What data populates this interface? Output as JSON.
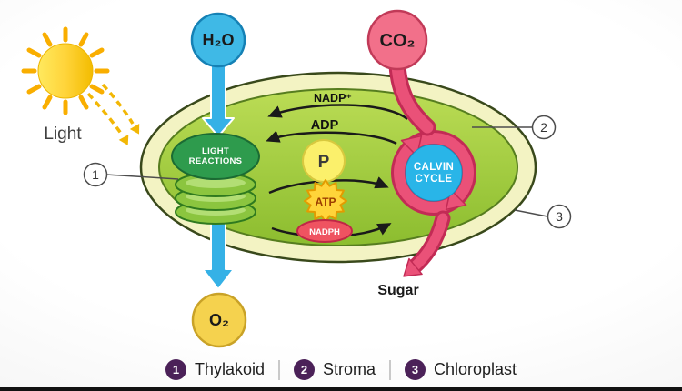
{
  "sun": {
    "label": "Light"
  },
  "molecules": {
    "h2o": "H₂O",
    "co2": "CO₂",
    "o2": "O₂",
    "sugar": "Sugar"
  },
  "light_reactions": {
    "line1": "LIGHT",
    "line2": "REACTIONS"
  },
  "calvin_cycle": {
    "line1": "CALVIN",
    "line2": "CYCLE"
  },
  "intermediates": {
    "nadp": "NADP⁺",
    "adp": "ADP",
    "p": "P",
    "atp": "ATP",
    "nadph": "NADPH"
  },
  "callouts": {
    "one": "1",
    "two": "2",
    "three": "3"
  },
  "legend": [
    {
      "number": "1",
      "label": "Thylakoid"
    },
    {
      "number": "2",
      "label": "Stroma"
    },
    {
      "number": "3",
      "label": "Chloroplast"
    }
  ],
  "colors": {
    "h2o_circle": "#3FB9E6",
    "co2_circle": "#F2708A",
    "o2_circle": "#F5D24E",
    "water_arrow": "#35B1E6",
    "carbon_arrow": "#EA5178",
    "carbon_arrow_border": "#C22B55",
    "chloroplast_outer": "#F3F3C3",
    "chloroplast_inner_top": "#BBDC55",
    "chloroplast_inner_bottom": "#8CBD2F",
    "thylakoid_cap": "#2E9B4D",
    "thylakoid_disc": "#8BC53F",
    "p_circle": "#FBF06B",
    "atp_star": "#FFD43A",
    "nadph_pill": "#EF5361",
    "calvin_circle": "#29B5E8",
    "sun": "#FFD43A",
    "legend_badge": "#4B2158"
  }
}
